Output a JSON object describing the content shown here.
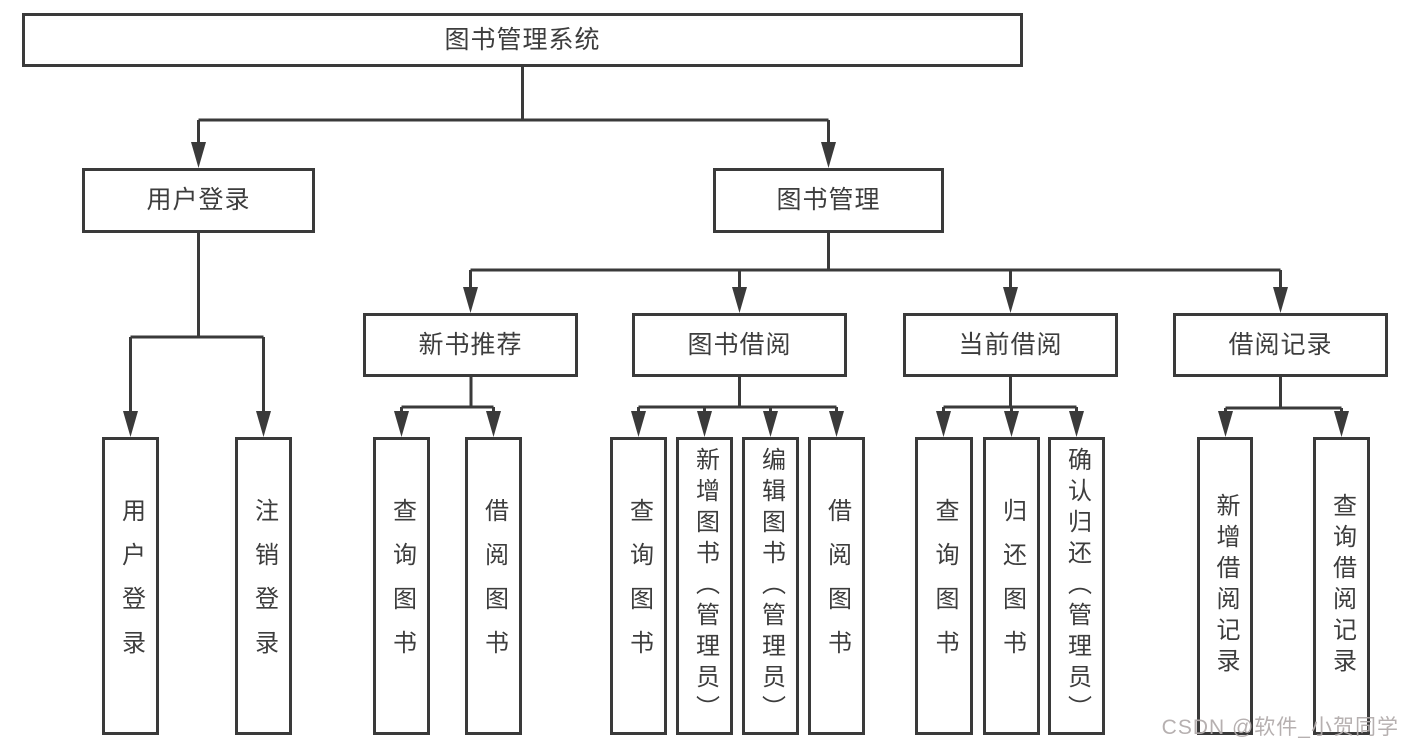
{
  "diagram_title": "图书管理系统",
  "tree": {
    "label": "图书管理系统",
    "children": [
      {
        "label": "用户登录",
        "children": [
          {
            "label": "用户登录"
          },
          {
            "label": "注销登录"
          }
        ]
      },
      {
        "label": "图书管理",
        "children": [
          {
            "label": "新书推荐",
            "children": [
              {
                "label": "查询图书"
              },
              {
                "label": "借阅图书"
              }
            ]
          },
          {
            "label": "图书借阅",
            "children": [
              {
                "label": "查询图书"
              },
              {
                "label": "新增图书（管理员）"
              },
              {
                "label": "编辑图书（管理员）"
              },
              {
                "label": "借阅图书"
              }
            ]
          },
          {
            "label": "当前借阅",
            "children": [
              {
                "label": "查询图书"
              },
              {
                "label": "归还图书"
              },
              {
                "label": "确认归还（管理员）"
              }
            ]
          },
          {
            "label": "借阅记录",
            "children": [
              {
                "label": "新增借阅记录"
              },
              {
                "label": "查询借阅记录"
              }
            ]
          }
        ]
      }
    ]
  },
  "watermark": "CSDN @软件_小贺同学",
  "colors": {
    "line": "#3a3a3a",
    "text": "#3d3d3d",
    "watermark": "#b2acac",
    "background": "#ffffff"
  }
}
